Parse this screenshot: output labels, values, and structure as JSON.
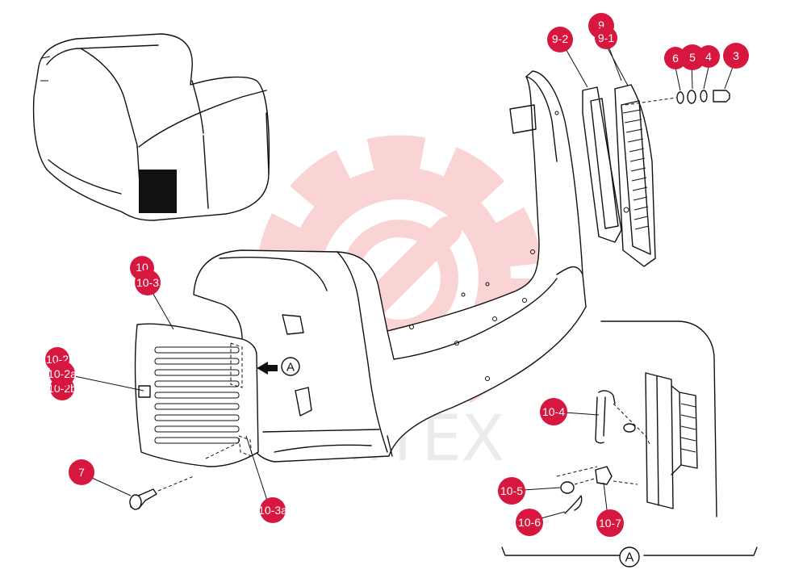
{
  "colors": {
    "callout": "#d8173f",
    "line": "#111111",
    "watermark": "#f4a6a6"
  },
  "watermark": {
    "text": "MITEX"
  },
  "callouts": [
    {
      "id": "9",
      "label": "9"
    },
    {
      "id": "9-2",
      "label": "9-2"
    },
    {
      "id": "9-1",
      "label": "9-1"
    },
    {
      "id": "6",
      "label": "6"
    },
    {
      "id": "5",
      "label": "5"
    },
    {
      "id": "4",
      "label": "4"
    },
    {
      "id": "3",
      "label": "3"
    },
    {
      "id": "10-top",
      "label": "10"
    },
    {
      "id": "10-3-top",
      "label": "10-3"
    },
    {
      "id": "10-2-a",
      "label": "10-2"
    },
    {
      "id": "10-2a",
      "label": "10-2a"
    },
    {
      "id": "10-2b",
      "label": "10-2b"
    },
    {
      "id": "7",
      "label": "7"
    },
    {
      "id": "10-3a",
      "label": "10-3a"
    },
    {
      "id": "10-4",
      "label": "10-4"
    },
    {
      "id": "10-5",
      "label": "10-5"
    },
    {
      "id": "10-6",
      "label": "10-6"
    },
    {
      "id": "10-7",
      "label": "10-7"
    }
  ],
  "detail_marker": {
    "label": "A"
  },
  "detail_box": {
    "label": "A"
  }
}
